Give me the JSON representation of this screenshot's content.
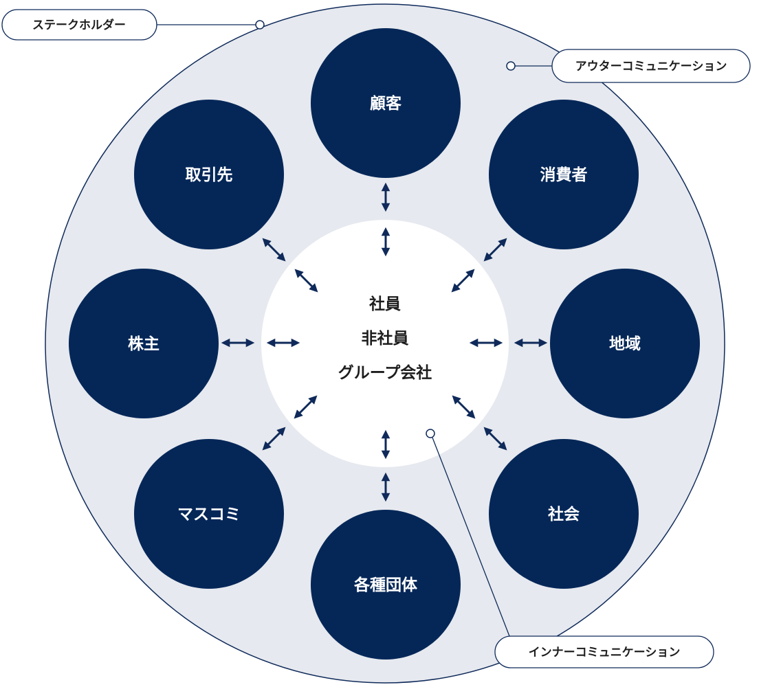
{
  "colors": {
    "outer_fill": "#e6e9ef",
    "outer_stroke": "#0f2a5a",
    "node_fill": "#052758",
    "center_fill": "#ffffff",
    "arrow": "#0f2a5a",
    "label_stroke": "#0f2a5a"
  },
  "callouts": {
    "stakeholder": "ステークホルダー",
    "outer_communication": "アウターコミュニケーション",
    "inner_communication": "インナーコミュニケーション"
  },
  "center": {
    "lines": [
      "社員",
      "非社員",
      "グループ会社"
    ]
  },
  "nodes": [
    {
      "id": "kokyaku",
      "label": "顧客"
    },
    {
      "id": "shohisha",
      "label": "消費者"
    },
    {
      "id": "chiiki",
      "label": "地域"
    },
    {
      "id": "shakai",
      "label": "社会"
    },
    {
      "id": "kakushu-dantai",
      "label": "各種団体"
    },
    {
      "id": "masukomi",
      "label": "マスコミ"
    },
    {
      "id": "kabunushi",
      "label": "株主"
    },
    {
      "id": "torihikisaki",
      "label": "取引先"
    }
  ]
}
